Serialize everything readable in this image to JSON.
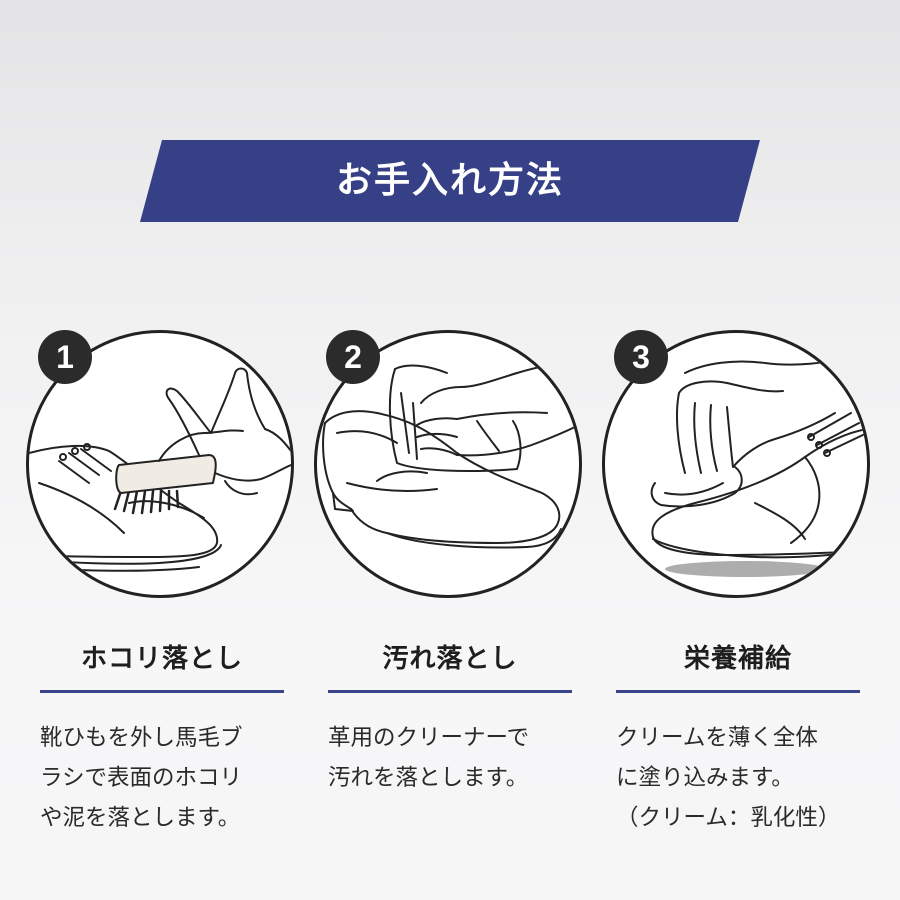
{
  "banner": {
    "title": "お手入れ方法",
    "color": "#354087"
  },
  "steps": [
    {
      "number": "1",
      "title": "ホコリ落とし",
      "description": "靴ひもを外し馬毛ブ\nラシで表面のホコリ\nや泥を落とします。",
      "illustration": "brushing-shoe-illustration"
    },
    {
      "number": "2",
      "title": "汚れ落とし",
      "description": "革用のクリーナーで\n汚れを落とします。",
      "illustration": "wiping-shoe-illustration"
    },
    {
      "number": "3",
      "title": "栄養補給",
      "description": "クリームを薄く全体\nに塗り込みます。\n（クリーム：乳化性）",
      "illustration": "applying-cream-illustration"
    }
  ],
  "colors": {
    "accent": "#3a4589",
    "badge": "#2b2b2b"
  }
}
